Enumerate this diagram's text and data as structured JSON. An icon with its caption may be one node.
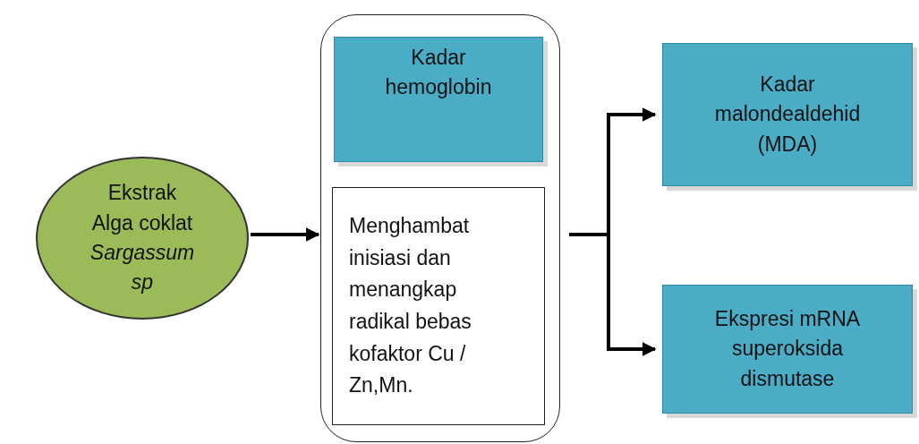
{
  "diagram": {
    "nodes": [
      {
        "text": [
          "Ekstrak Alga coklat *Sargassum sp*"
        ]
      },
      {
        "text": [],
        "shape": "box"
      },
      {
        "text": [
          "Kadar hemoglobin"
        ],
        "in": 1
      },
      {
        "text": [
          "Menghambat inisiasi dan menangkap radikal bebas kofaktor Cu / Zn,Mn."
        ],
        "in": 1
      },
      {
        "text": [
          "Kadar malondealdehid (MDA)"
        ]
      },
      {
        "text": [
          "Ekspresi mRNA superoksida dismutase"
        ]
      }
    ],
    "edges": [
      {
        "from": 0,
        "to": 1,
        "arrow": "to"
      },
      {
        "from": 1,
        "to": 4,
        "arrow": "to"
      },
      {
        "from": 1,
        "to": 5,
        "arrow": "to"
      }
    ]
  }
}
